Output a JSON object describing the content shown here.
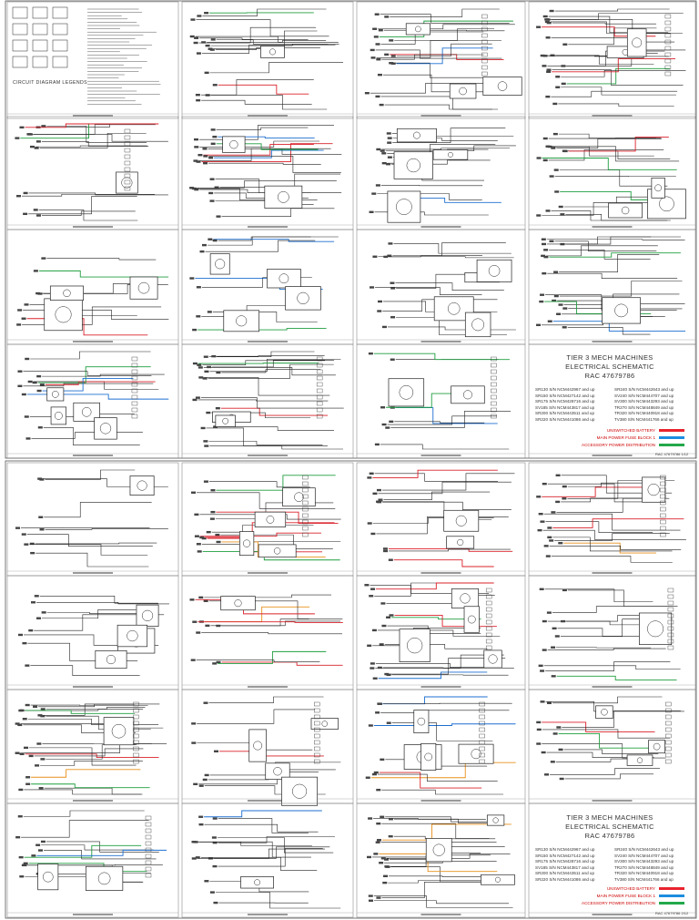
{
  "sheet_top": {
    "title_lines": [
      "TIER 3 MECH MACHINES",
      "ELECTRICAL SCHEMATIC",
      "RAC 47679786"
    ],
    "models": [
      "SR130 S/N NCM442967 and up",
      "SR240 S/N NCM442643 and up",
      "SR150 S/N NCM427142 and up",
      "SV240 S/N NCM444707 and up",
      "SR175 S/N NCM428716 and up",
      "SV300 S/N NCM443293 and up",
      "SV185 S/N NCM443817 and up",
      "TR270 S/N NCM448849 and up",
      "SR200 S/N NCM443511 and up",
      "TR320 S/N NCM440918 and up",
      "SR220 S/N NCM441086 and up",
      "TV380 S/N NCM441766 and up"
    ],
    "legend": [
      {
        "label": "UNSWITCHED BATTERY",
        "color": "#e8232e"
      },
      {
        "label": "MAIN POWER FUSE BLOCK 1",
        "color": "#1d8de0"
      },
      {
        "label": "ACCESSORY POWER DISTRIBUTION",
        "color": "#22a84a"
      }
    ],
    "sheet_number": "RAC 47679786 1/12"
  },
  "sheet_bottom": {
    "title_lines": [
      "TIER 3 MECH MACHINES",
      "ELECTRICAL SCHEMATIC",
      "RAC 47679786"
    ],
    "models": [
      "SR130 S/N NCM442967 and up",
      "SR240 S/N NCM442643 and up",
      "SR150 S/N NCM427142 and up",
      "SV240 S/N NCM444707 and up",
      "SR175 S/N NCM428716 and up",
      "SV300 S/N NCM443293 and up",
      "SV185 S/N NCM443817 and up",
      "TR270 S/N NCM448849 and up",
      "SR200 S/N NCM443511 and up",
      "TR320 S/N NCM440918 and up",
      "SR220 S/N NCM441086 and up",
      "TV380 S/N NCM441766 and up"
    ],
    "legend": [
      {
        "label": "UNSWITCHED BATTERY",
        "color": "#e8232e"
      },
      {
        "label": "MAIN POWER FUSE BLOCK 1",
        "color": "#1d8de0"
      },
      {
        "label": "ACCESSORY POWER DISTRIBUTION",
        "color": "#22a84a"
      }
    ],
    "sheet_number": "RAC 47679786 2/12"
  },
  "legends_panel": {
    "title": "CIRCUIT DIAGRAM LEGENDS"
  },
  "wire_colors": {
    "red": "#d9202a",
    "green": "#1f9e3f",
    "blue": "#1d6fd0",
    "orange": "#e8901c",
    "ink": "#222222",
    "grey": "#888888"
  }
}
